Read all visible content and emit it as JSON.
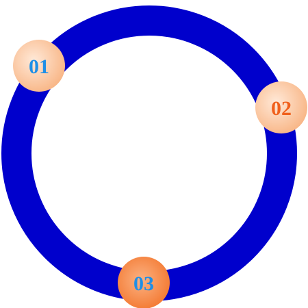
{
  "colors": {
    "ring": "#0000cc",
    "background": "#ffffff"
  },
  "nodes": [
    {
      "label": "01",
      "label_color": "#1e8fe6",
      "fill_light": "#ffe9d8",
      "fill_dark": "#f8b585"
    },
    {
      "label": "02",
      "label_color": "#f0601c",
      "fill_light": "#ffe9d8",
      "fill_dark": "#f8b585"
    },
    {
      "label": "03",
      "label_color": "#1e8fe6",
      "fill_light": "#ffe9d8",
      "fill_dark": "#f3742a"
    }
  ]
}
